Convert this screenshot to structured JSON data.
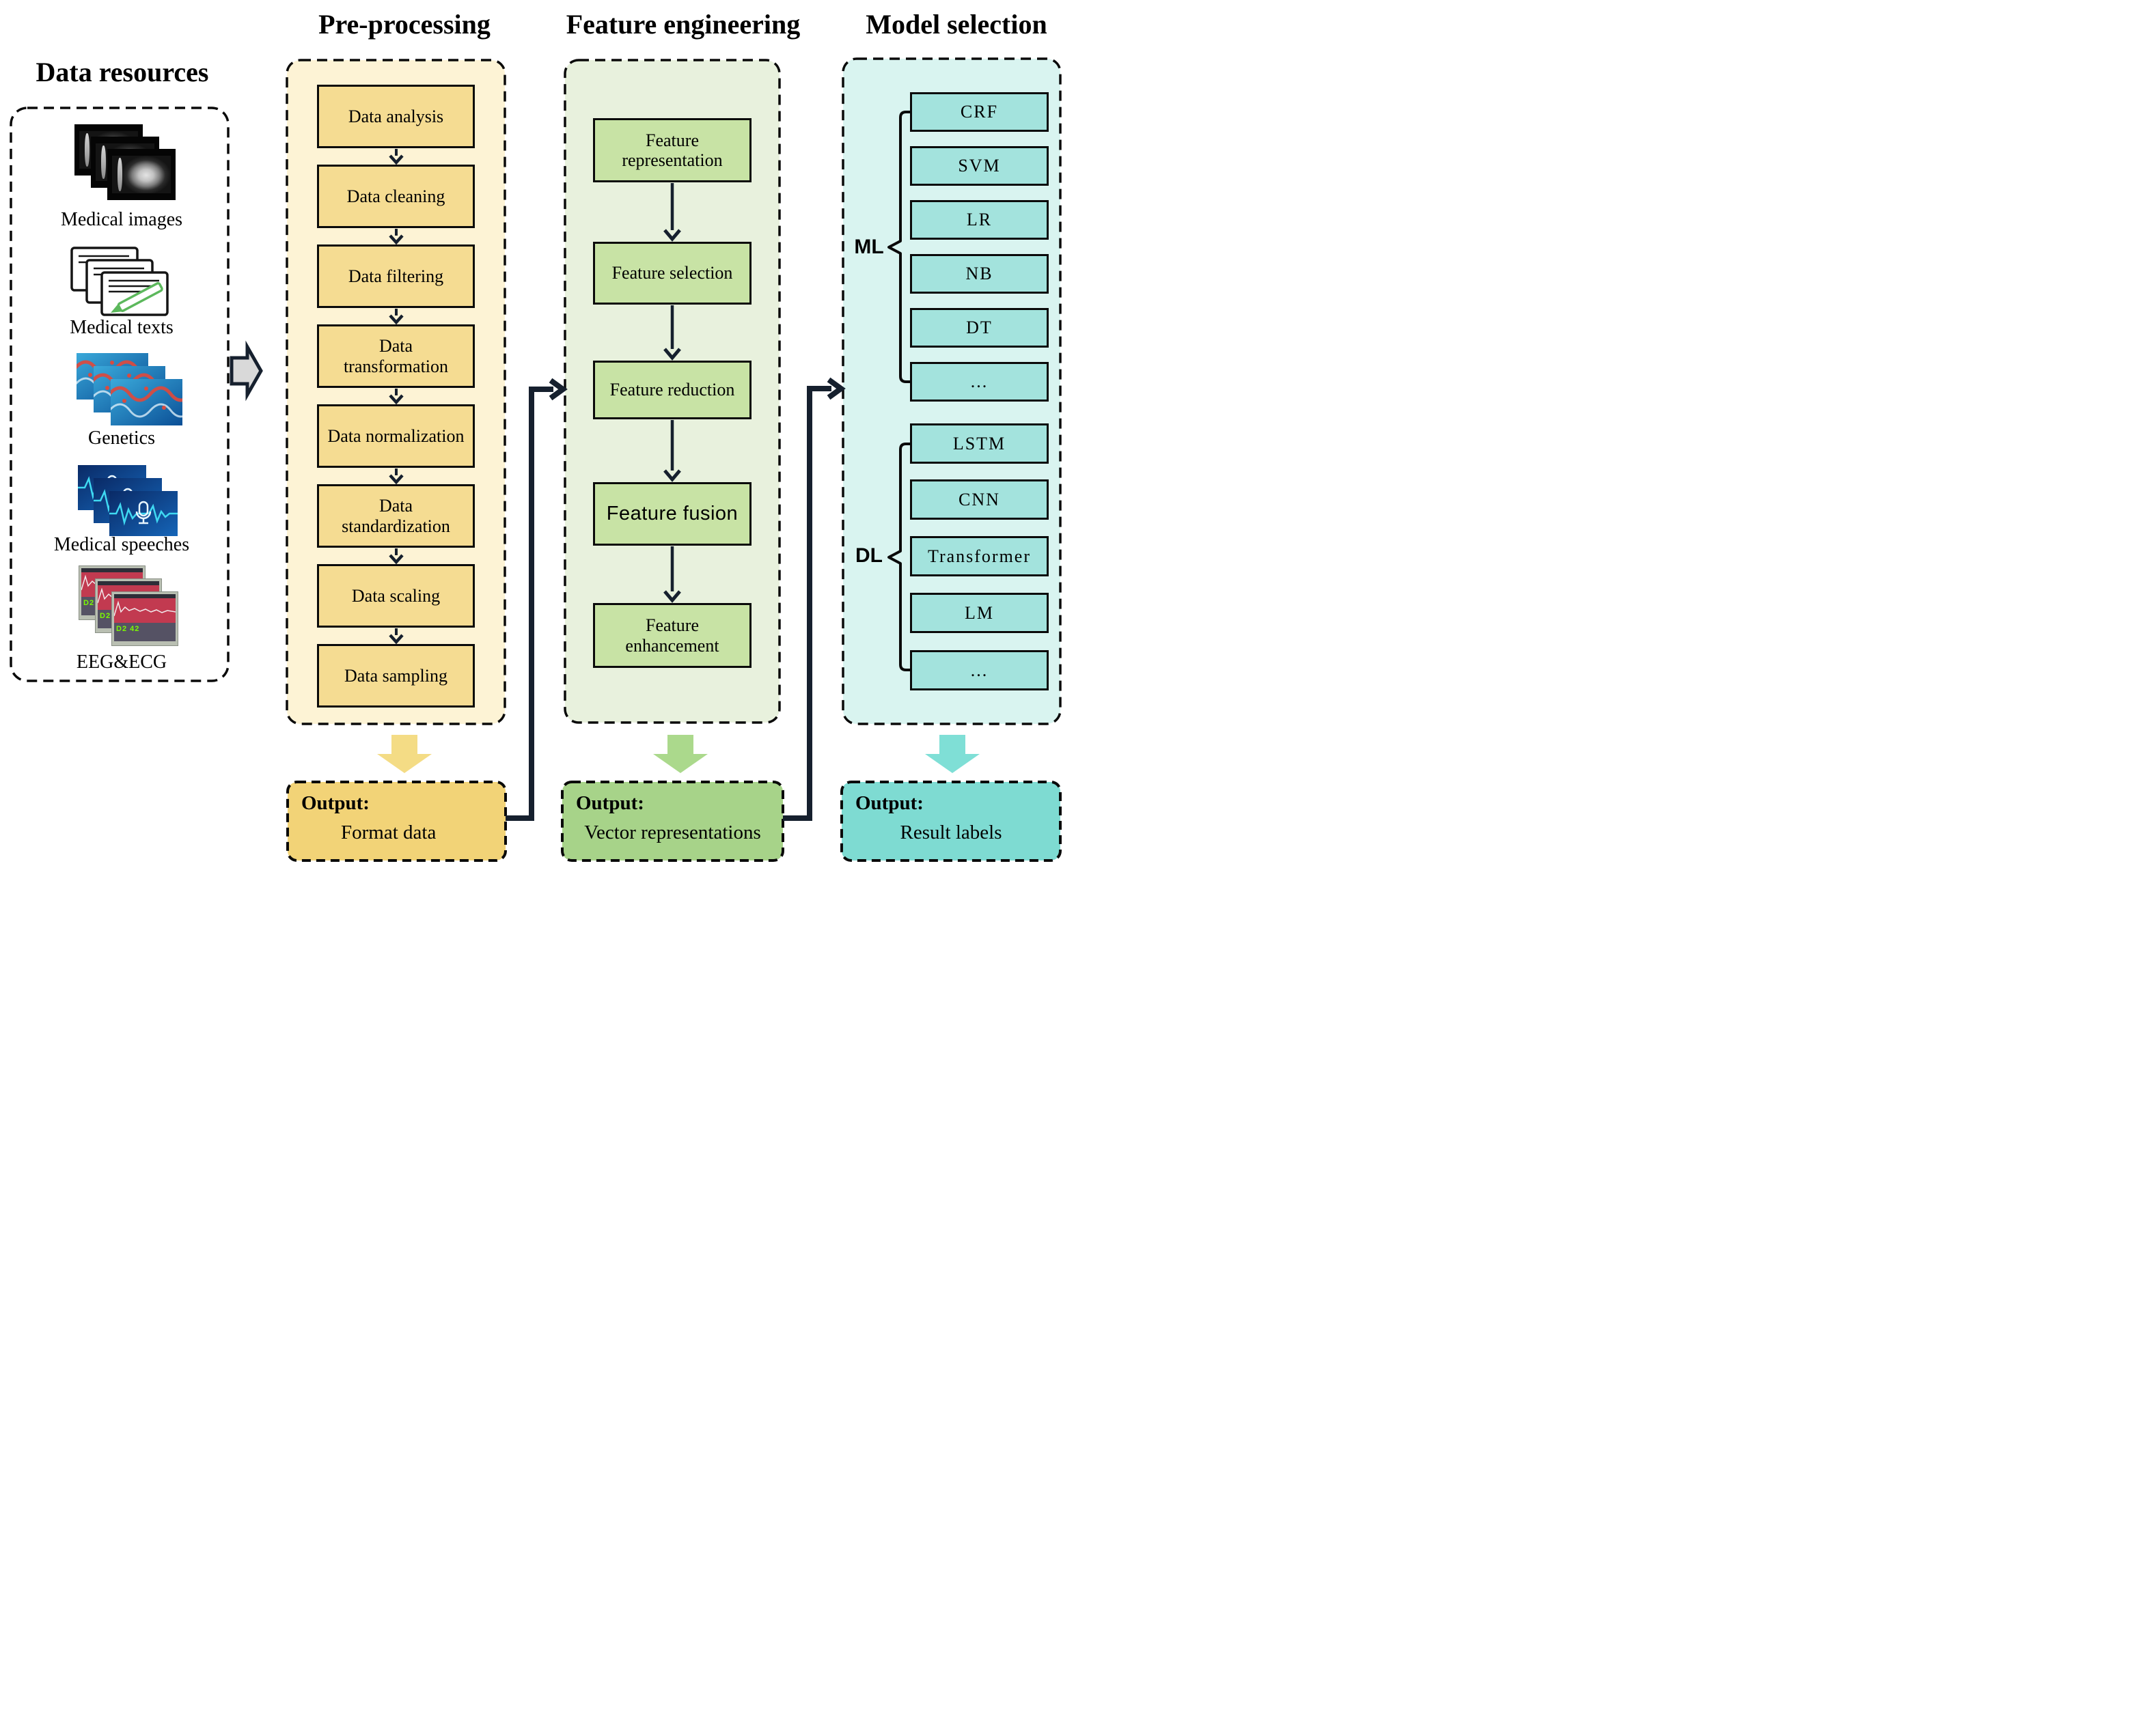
{
  "titles": {
    "data_resources": "Data resources",
    "pre_processing": "Pre-processing",
    "feature_engineering": "Feature engineering",
    "model_selection": "Model selection"
  },
  "data_resources": {
    "items": [
      {
        "label": "Medical images",
        "icon": "ct-scan-stack-icon"
      },
      {
        "label": "Medical texts",
        "icon": "documents-pencil-icon"
      },
      {
        "label": "Genetics",
        "icon": "dna-stack-icon"
      },
      {
        "label": "Medical speeches",
        "icon": "microphone-waveform-stack-icon"
      },
      {
        "label": "EEG&ECG",
        "icon": "monitor-stack-icon"
      }
    ],
    "monitor_text": "D2 42"
  },
  "pre_processing": {
    "steps": [
      "Data analysis",
      "Data cleaning",
      "Data filtering",
      "Data transformation",
      "Data normalization",
      "Data standardization",
      "Data scaling",
      "Data sampling"
    ]
  },
  "feature_engineering": {
    "steps": [
      "Feature representation",
      "Feature selection",
      "Feature reduction",
      "Feature fusion",
      "Feature enhancement"
    ]
  },
  "model_selection": {
    "ml_label": "ML",
    "dl_label": "DL",
    "ml_models": [
      "CRF",
      "SVM",
      "LR",
      "NB",
      "DT",
      "..."
    ],
    "dl_models": [
      "LSTM",
      "CNN",
      "Transformer",
      "LM",
      "..."
    ]
  },
  "outputs": {
    "label": "Output:",
    "preprocessing": "Format data",
    "feature_engineering": "Vector representations",
    "model_selection": "Result labels"
  },
  "colors": {
    "ink": "#16202e",
    "line": "#0a0a0a",
    "gray_arrow": "#d9d9d9",
    "preprocessing": {
      "container": "#fdf3d5",
      "box": "#f5dc92",
      "output": "#f2d377",
      "arrow": "#f4dc85"
    },
    "feature": {
      "container": "#e8f1dd",
      "box": "#c8e3a5",
      "output": "#a7d389",
      "arrow": "#abd98c"
    },
    "model": {
      "container": "#d9f4f0",
      "box": "#a3e3dd",
      "output": "#7edbd2",
      "arrow": "#7fdfd6"
    }
  }
}
